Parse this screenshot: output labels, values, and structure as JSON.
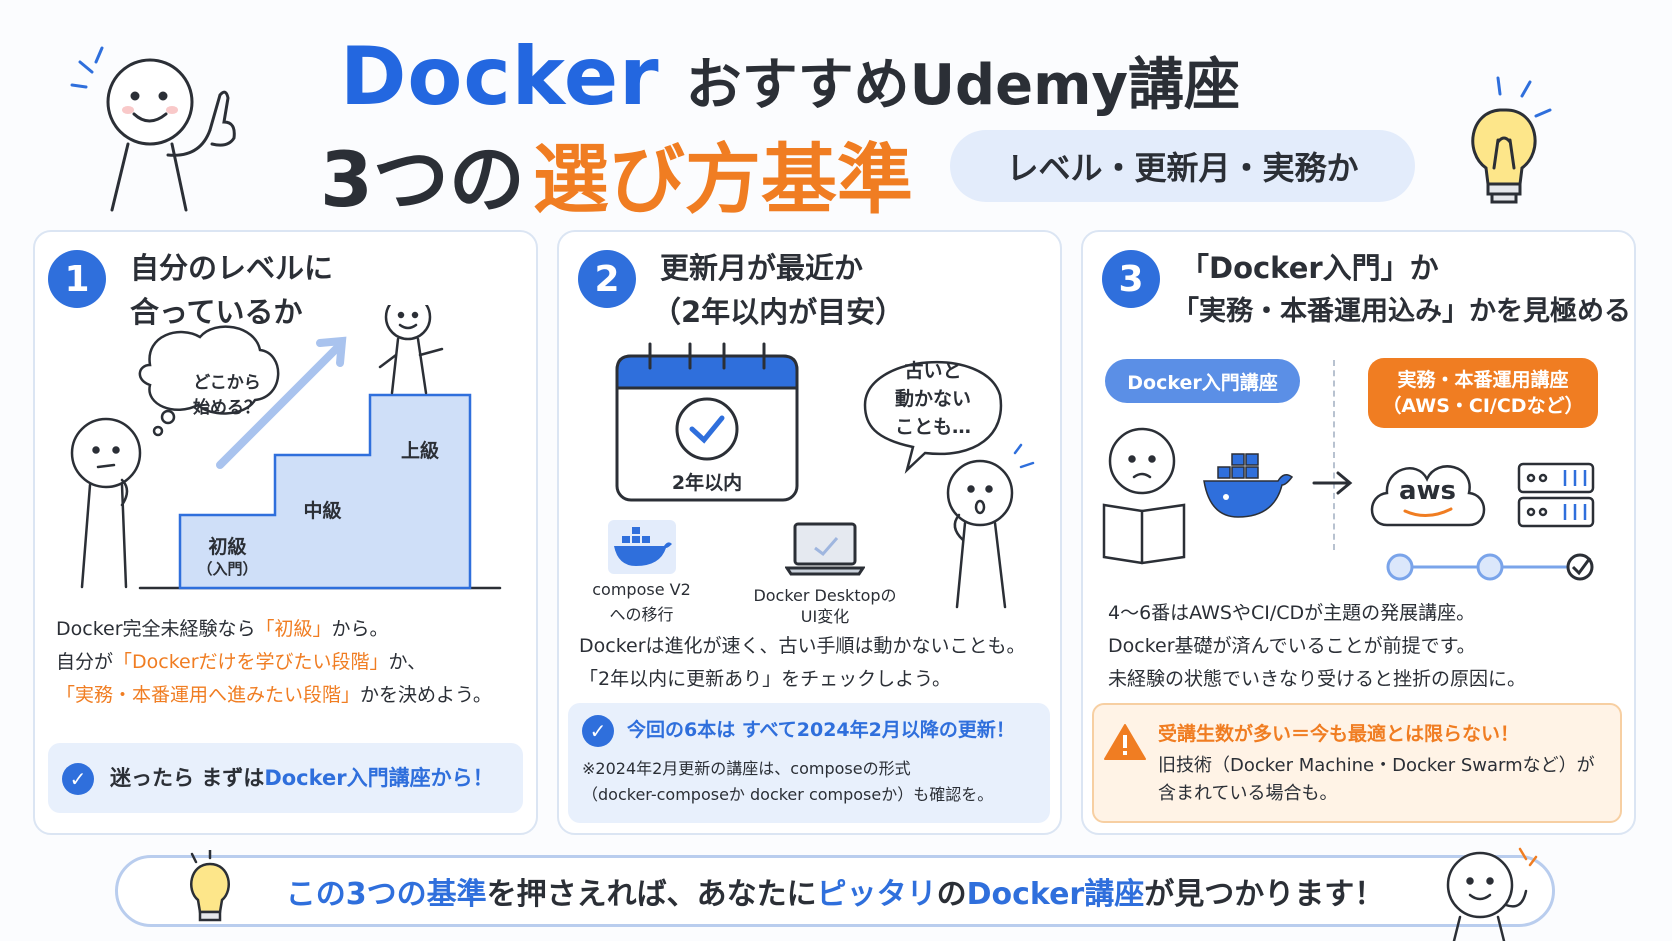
{
  "header": {
    "title_docker": "Docker",
    "title_rest": "おすすめUdemy講座",
    "title_mitsu": "3つの",
    "title_criteria": "選び方基準",
    "pill": "レベル・更新月・実務か"
  },
  "card1": {
    "number": "1",
    "title_line1": "自分のレベルに",
    "title_line2": "合っているか",
    "thought_line1": "どこから",
    "thought_line2": "始める？",
    "step_beginner": "初級",
    "step_beginner_sub": "（入門）",
    "step_middle": "中級",
    "step_advanced": "上級",
    "body1_a": "Docker完全未経験なら",
    "body1_b": "「初級」",
    "body1_c": "から。",
    "body2_a": "自分が",
    "body2_b": "「Dockerだけを学びたい段階」",
    "body2_c": "か、",
    "body3_a": "「実務・本番運用へ進みたい段階」",
    "body3_b": "かを決めよう。",
    "note_a": "迷ったら まずは",
    "note_b": "Docker入門講座から！"
  },
  "card2": {
    "number": "2",
    "title_line1": "更新月が最近か",
    "title_line2": "（2年以内が目安）",
    "calendar_label": "2年以内",
    "speech_line1": "古いと",
    "speech_line2": "動かない",
    "speech_line3": "ことも…",
    "icon1_line1": "compose V2",
    "icon1_line2": "への移行",
    "icon2_line1": "Docker Desktopの",
    "icon2_line2": "UI変化",
    "body1": "Dockerは進化が速く、古い手順は動かないことも。",
    "body2": "「2年以内に更新あり」をチェックしよう。",
    "note_a": "今回の6本は",
    "note_b": "すべて2024年2月以降の更新！",
    "note_sub1": "※2024年2月更新の講座は、composeの形式",
    "note_sub2": "（docker-composeか docker composeか）も確認を。"
  },
  "card3": {
    "number": "3",
    "title_line1": "「Docker入門」か",
    "title_line2": "「実務・本番運用込み」かを見極める",
    "tag_intro": "Docker入門講座",
    "tag_pro_line1": "実務・本番運用講座",
    "tag_pro_line2": "（AWS・CI/CDなど）",
    "aws_label": "aws",
    "body1": "4〜6番はAWSやCI/CDが主題の発展講座。",
    "body2": "Docker基礎が済んでいることが前提です。",
    "body3": "未経験の状態でいきなり受けると挫折の原因に。",
    "warn_title": "受講生数が多い＝今も最適とは限らない！",
    "warn_body1": "旧技術（Docker Machine・Docker Swarmなど）が",
    "warn_body2": "含まれている場合も。"
  },
  "footer": {
    "part1": "この3つの基準",
    "part2": "を押さえれば、あなたに",
    "part3": "ピッタリ",
    "part4": "の",
    "part5": "Docker講座",
    "part6": "が見つかります！"
  },
  "colors": {
    "blue": "#2f6fdc",
    "orange": "#f07d22",
    "light_blue": "#e3ecfb"
  }
}
